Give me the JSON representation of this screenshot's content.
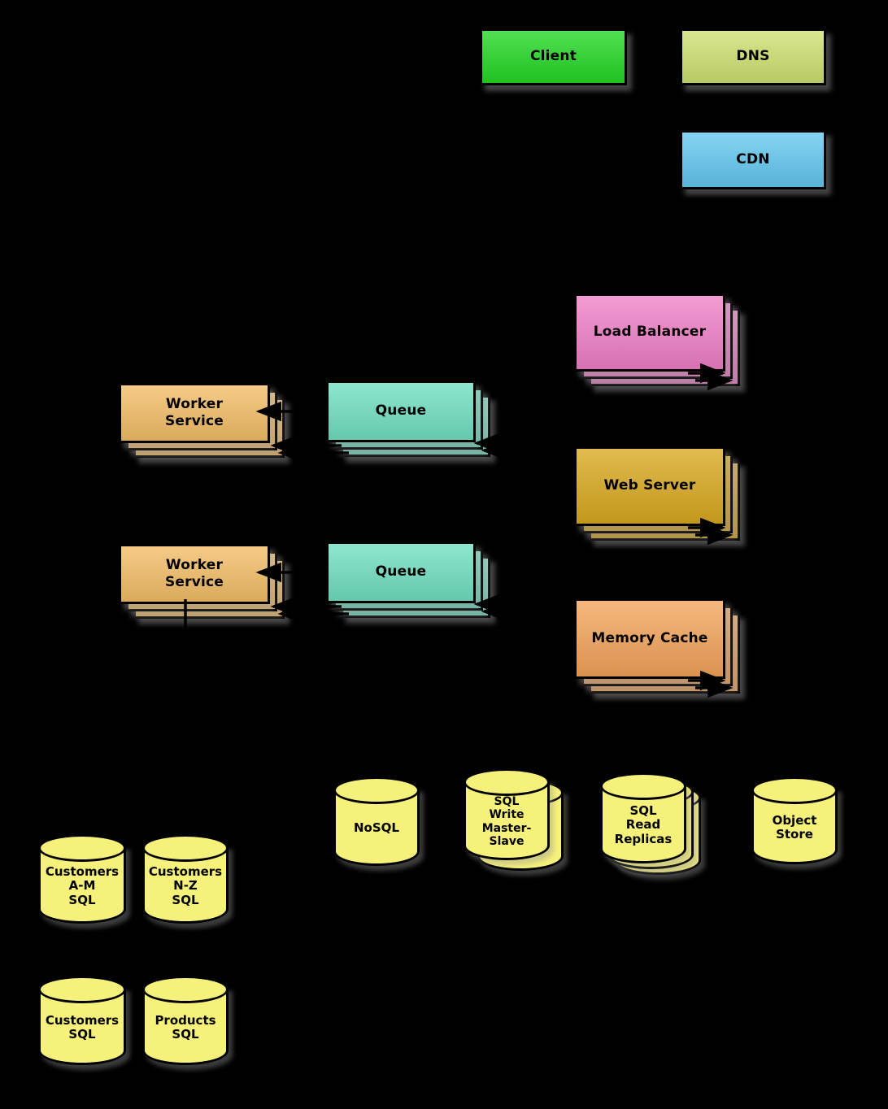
{
  "diagram": {
    "background": "#000000",
    "nodes": {
      "client": {
        "label": "Client",
        "color": "#22d722"
      },
      "dns": {
        "label": "DNS",
        "color": "#cfe070"
      },
      "cdn": {
        "label": "CDN",
        "color": "#63c8f0"
      },
      "load_balancer": {
        "label": "Load Balancer",
        "color": "#ef7fc7"
      },
      "worker_service_top": {
        "label": "Worker\nService",
        "color": "#f3bd66"
      },
      "queue_top": {
        "label": "Queue",
        "color": "#6fdfc1"
      },
      "web_server": {
        "label": "Web Server",
        "color": "#d8a81e"
      },
      "worker_service_bottom": {
        "label": "Worker\nService",
        "color": "#f3bd66"
      },
      "queue_bottom": {
        "label": "Queue",
        "color": "#6fdfc1"
      },
      "memory_cache": {
        "label": "Memory Cache",
        "color": "#f3a35a"
      },
      "nosql": {
        "label": "NoSQL",
        "color": "#f6f17b"
      },
      "sql_write_master_slave": {
        "label": "SQL\nWrite\nMaster-\nSlave",
        "color": "#f6f17b"
      },
      "sql_read_replicas": {
        "label": "SQL\nRead\nReplicas",
        "color": "#f6f17b"
      },
      "object_store": {
        "label": "Object\nStore",
        "color": "#f6f17b"
      },
      "customers_am_sql": {
        "label": "Customers\nA-M\nSQL",
        "color": "#f6f17b"
      },
      "customers_nz_sql": {
        "label": "Customers\nN-Z\nSQL",
        "color": "#f6f17b"
      },
      "customers_sql": {
        "label": "Customers\nSQL",
        "color": "#f6f17b"
      },
      "products_sql": {
        "label": "Products\nSQL",
        "color": "#f6f17b"
      }
    },
    "edges": [
      {
        "from": "queue_top",
        "to": "worker_service_top"
      },
      {
        "from": "queue_bottom",
        "to": "worker_service_bottom"
      }
    ]
  }
}
